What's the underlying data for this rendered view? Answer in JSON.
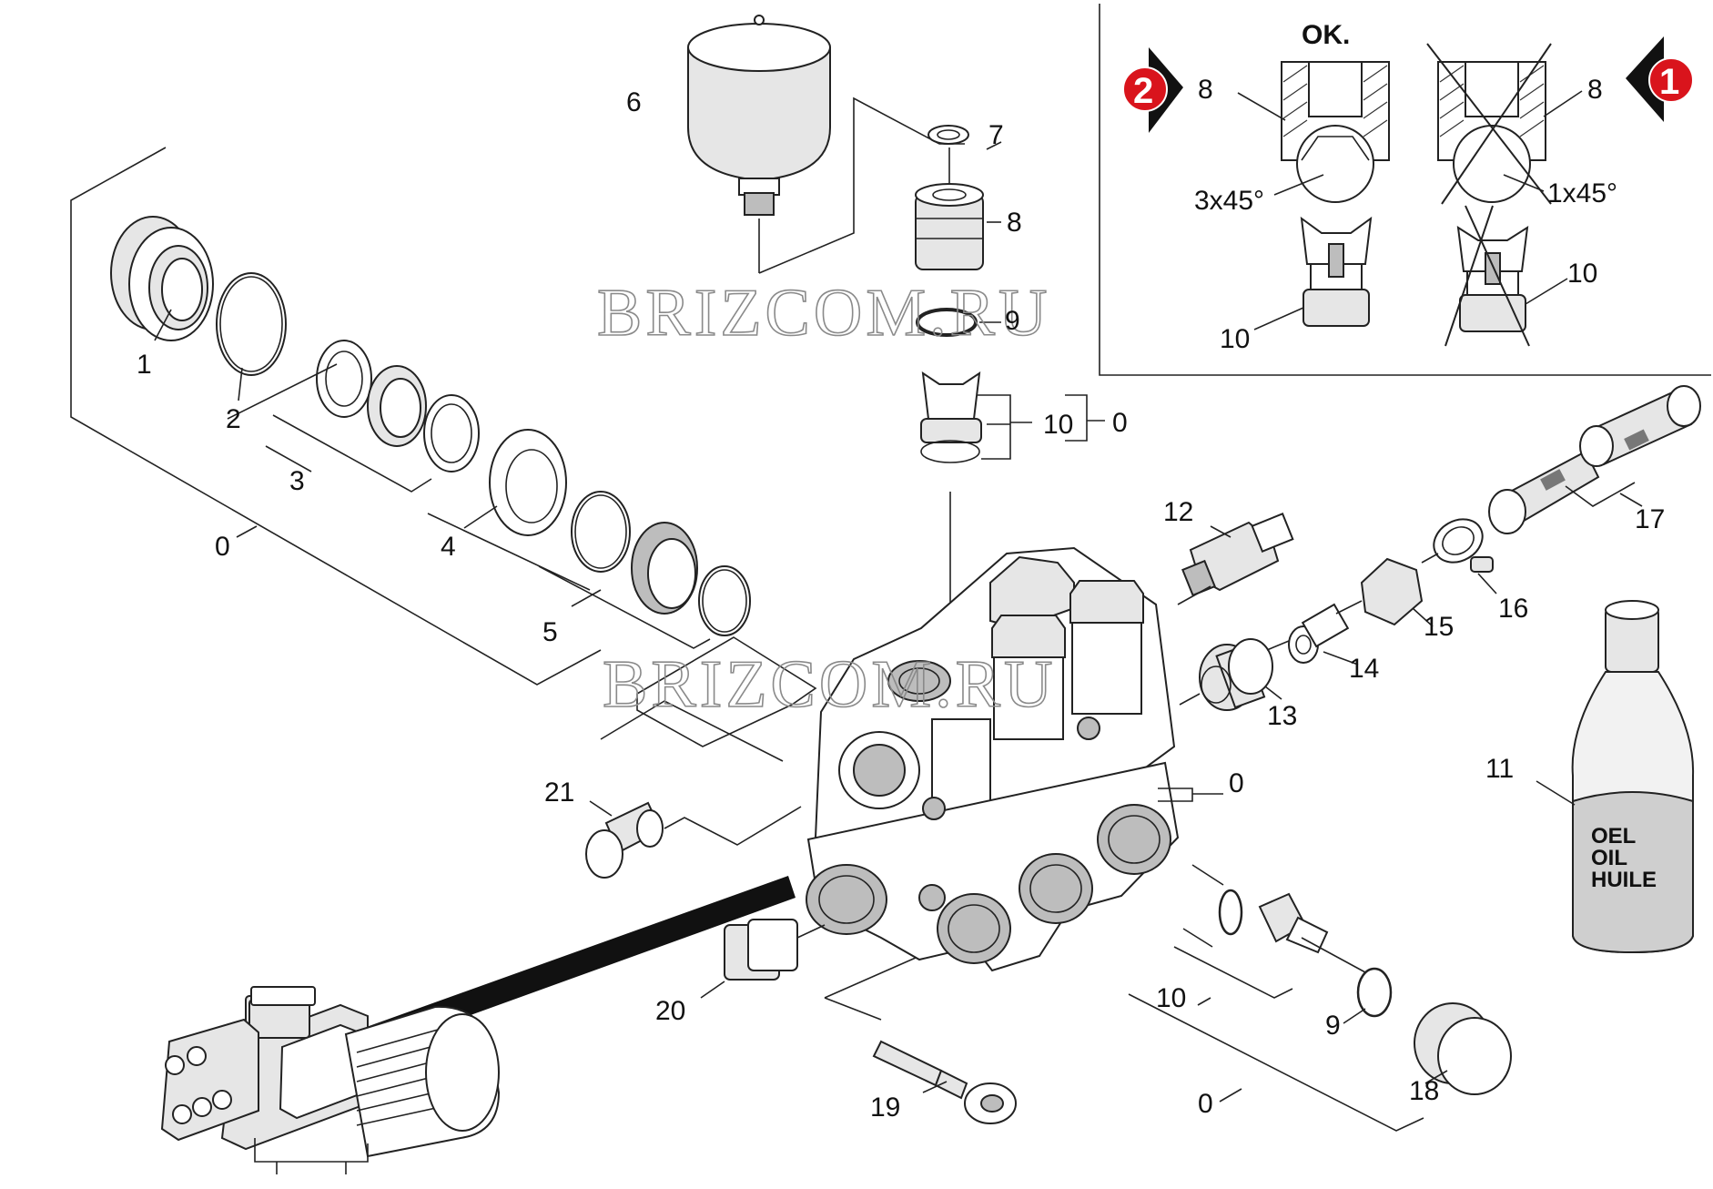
{
  "watermark": "BRIZCOM.RU",
  "callouts": {
    "p0_a": "0",
    "p0_b": "0",
    "p0_c": "0",
    "p0_d": "0",
    "p1": "1",
    "p2": "2",
    "p3": "3",
    "p4": "4",
    "p5": "5",
    "p6": "6",
    "p7": "7",
    "p8": "8",
    "p9": "9",
    "p10": "10",
    "p11": "11",
    "p12": "12",
    "p13": "13",
    "p14": "14",
    "p15": "15",
    "p16": "16",
    "p17": "17",
    "p18": "18",
    "p19": "19",
    "p20": "20",
    "p21": "21",
    "p9b": "9",
    "p10b": "10"
  },
  "inset": {
    "ok_label": "OK.",
    "left_badge": "2",
    "right_badge": "1",
    "left_part_top": "8",
    "right_part_top": "8",
    "left_angle": "3x45°",
    "right_angle": "1x45°",
    "left_part_bottom": "10",
    "right_part_bottom": "10"
  },
  "bottle": {
    "line1": "OEL",
    "line2": "OIL",
    "line3": "HUILE"
  },
  "colors": {
    "badge": "#d9141c",
    "line": "#222222",
    "watermark": "#8a8a8a"
  }
}
